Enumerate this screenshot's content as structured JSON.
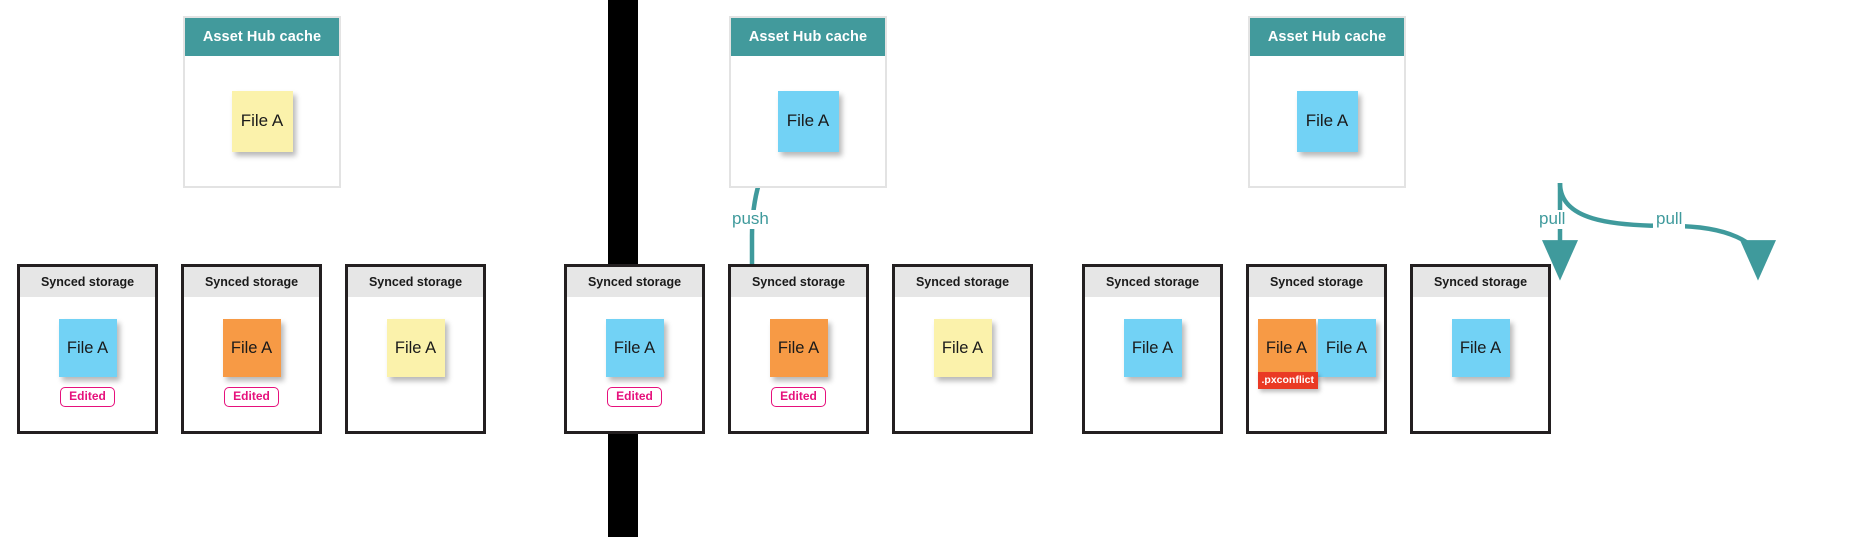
{
  "meta": {
    "title": "Asset Hub cache and Synced storage sync flow",
    "panel_count": 3
  },
  "labels": {
    "hub_title": "Asset Hub cache",
    "store_title": "Synced storage",
    "file_name": "File A",
    "edited_badge": "Edited",
    "conflict_badge": ".pxconflict",
    "push": "push",
    "pull": "pull"
  },
  "colors": {
    "hub_header_teal": "#429a9c",
    "store_header_gray": "#e6e6e6",
    "store_border_black": "#231f20",
    "note_yellow": "#fbf2ab",
    "note_blue": "#72d2f5",
    "note_orange": "#f79a45",
    "conflict_red": "#ea3a24",
    "edited_pink": "#e6117c",
    "arrow_teal": "#3f9a9c",
    "divider_black": "#000000"
  },
  "panels": [
    {
      "id": "panel-1-diverged",
      "hub": {
        "title": "Asset Hub cache",
        "notes": [
          {
            "label": "File A",
            "color": "yellow"
          }
        ]
      },
      "stores": [
        {
          "title": "Synced storage",
          "notes": [
            {
              "label": "File A",
              "color": "blue"
            }
          ],
          "badge": "Edited"
        },
        {
          "title": "Synced storage",
          "notes": [
            {
              "label": "File A",
              "color": "orange"
            }
          ],
          "badge": "Edited"
        },
        {
          "title": "Synced storage",
          "notes": [
            {
              "label": "File A",
              "color": "yellow"
            }
          ],
          "badge": null
        }
      ],
      "arrows": []
    },
    {
      "id": "panel-2-push",
      "hub": {
        "title": "Asset Hub cache",
        "notes": [
          {
            "label": "File A",
            "color": "blue"
          }
        ]
      },
      "stores": [
        {
          "title": "Synced storage",
          "notes": [
            {
              "label": "File A",
              "color": "blue"
            }
          ],
          "badge": "Edited"
        },
        {
          "title": "Synced storage",
          "notes": [
            {
              "label": "File A",
              "color": "orange"
            }
          ],
          "badge": "Edited"
        },
        {
          "title": "Synced storage",
          "notes": [
            {
              "label": "File A",
              "color": "yellow"
            }
          ],
          "badge": null
        }
      ],
      "arrows": [
        {
          "label": "push",
          "direction": "store-to-hub"
        }
      ]
    },
    {
      "id": "panel-3-pull",
      "hub": {
        "title": "Asset Hub cache",
        "notes": [
          {
            "label": "File A",
            "color": "blue"
          }
        ]
      },
      "stores": [
        {
          "title": "Synced storage",
          "notes": [
            {
              "label": "File A",
              "color": "blue"
            }
          ],
          "badge": null
        },
        {
          "title": "Synced storage",
          "notes": [
            {
              "label": "File A",
              "color": "orange",
              "conflict": ".pxconflict"
            },
            {
              "label": "File A",
              "color": "blue"
            }
          ],
          "badge": null
        },
        {
          "title": "Synced storage",
          "notes": [
            {
              "label": "File A",
              "color": "blue"
            }
          ],
          "badge": null
        }
      ],
      "arrows": [
        {
          "label": "pull",
          "direction": "hub-to-store"
        },
        {
          "label": "pull",
          "direction": "hub-to-store"
        }
      ]
    }
  ]
}
